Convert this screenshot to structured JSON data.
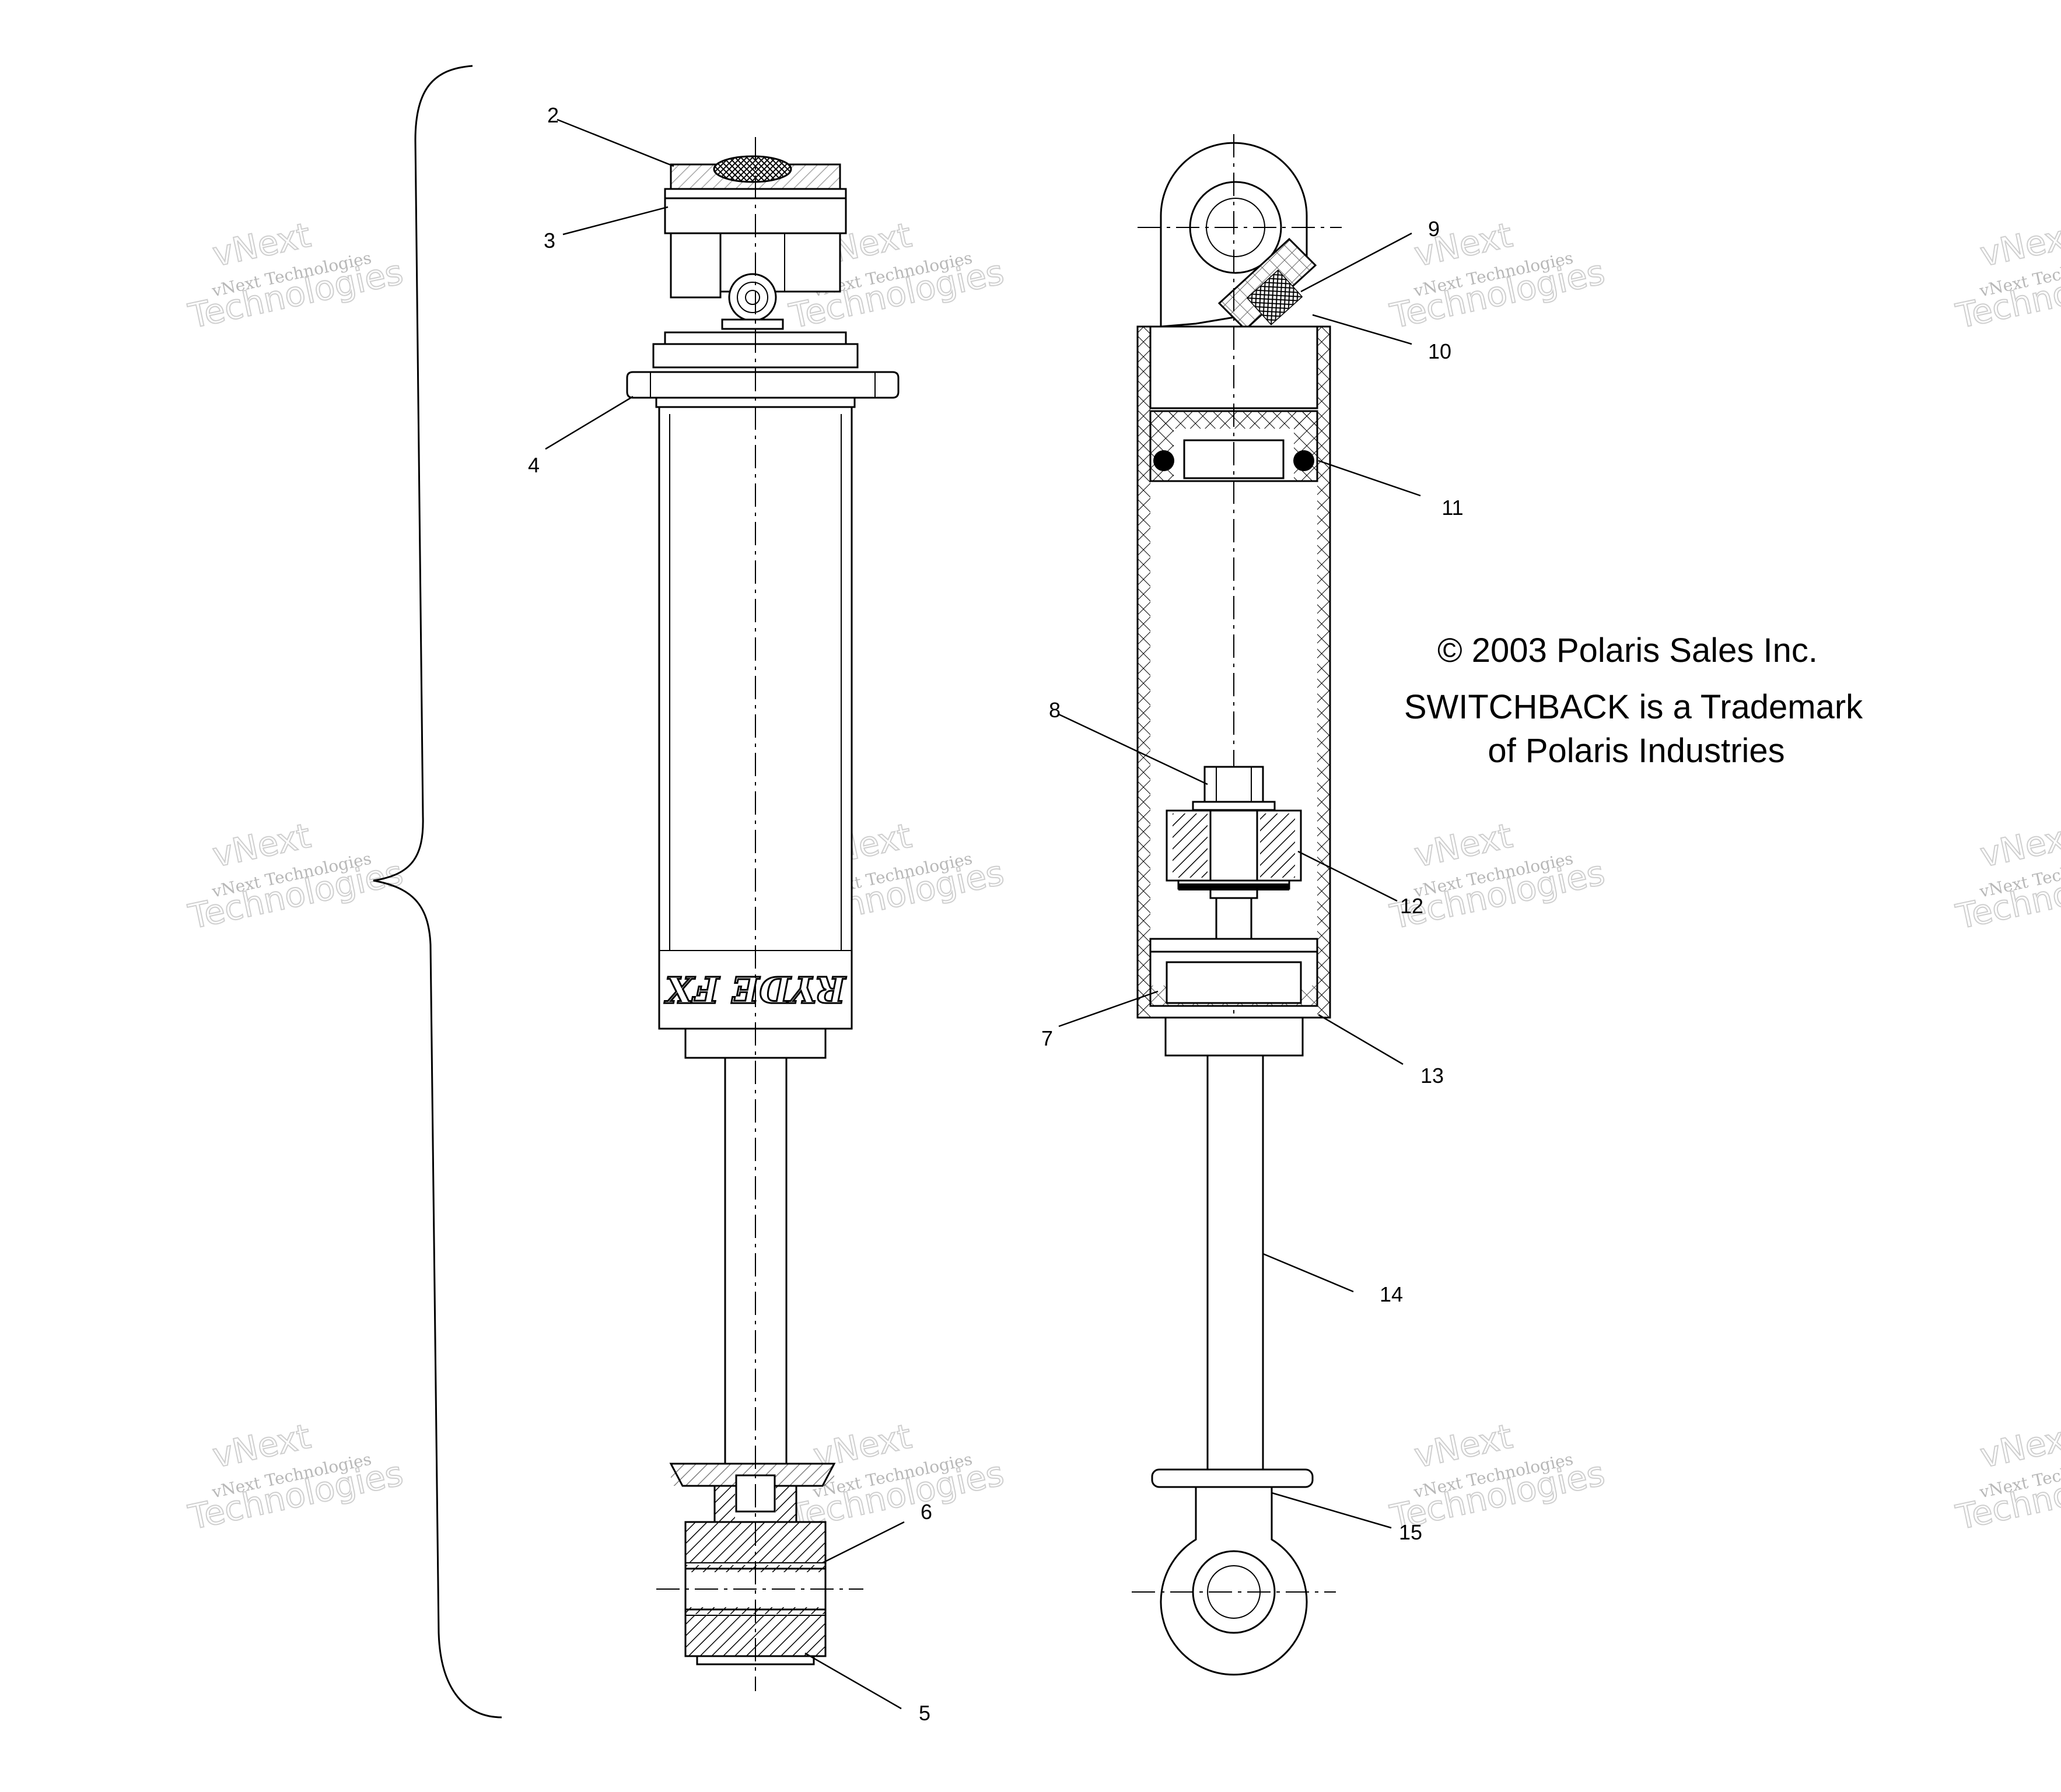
{
  "callouts": [
    {
      "id": "2",
      "label": "2"
    },
    {
      "id": "3",
      "label": "3"
    },
    {
      "id": "4",
      "label": "4"
    },
    {
      "id": "5",
      "label": "5"
    },
    {
      "id": "6",
      "label": "6"
    },
    {
      "id": "7",
      "label": "7"
    },
    {
      "id": "8",
      "label": "8"
    },
    {
      "id": "9",
      "label": "9"
    },
    {
      "id": "10",
      "label": "10"
    },
    {
      "id": "11",
      "label": "11"
    },
    {
      "id": "12",
      "label": "12"
    },
    {
      "id": "13",
      "label": "13"
    },
    {
      "id": "14",
      "label": "14"
    },
    {
      "id": "15",
      "label": "15"
    }
  ],
  "notice": {
    "line1": "© 2003 Polaris Sales Inc.",
    "line2": "SWITCHBACK is a Trademark",
    "line3": "of Polaris Industries"
  },
  "watermark": {
    "line_small": "vNext Technologies",
    "line_big_a": "vNext",
    "line_big_b": "Technologies"
  },
  "logo_text": "RYDE FX"
}
